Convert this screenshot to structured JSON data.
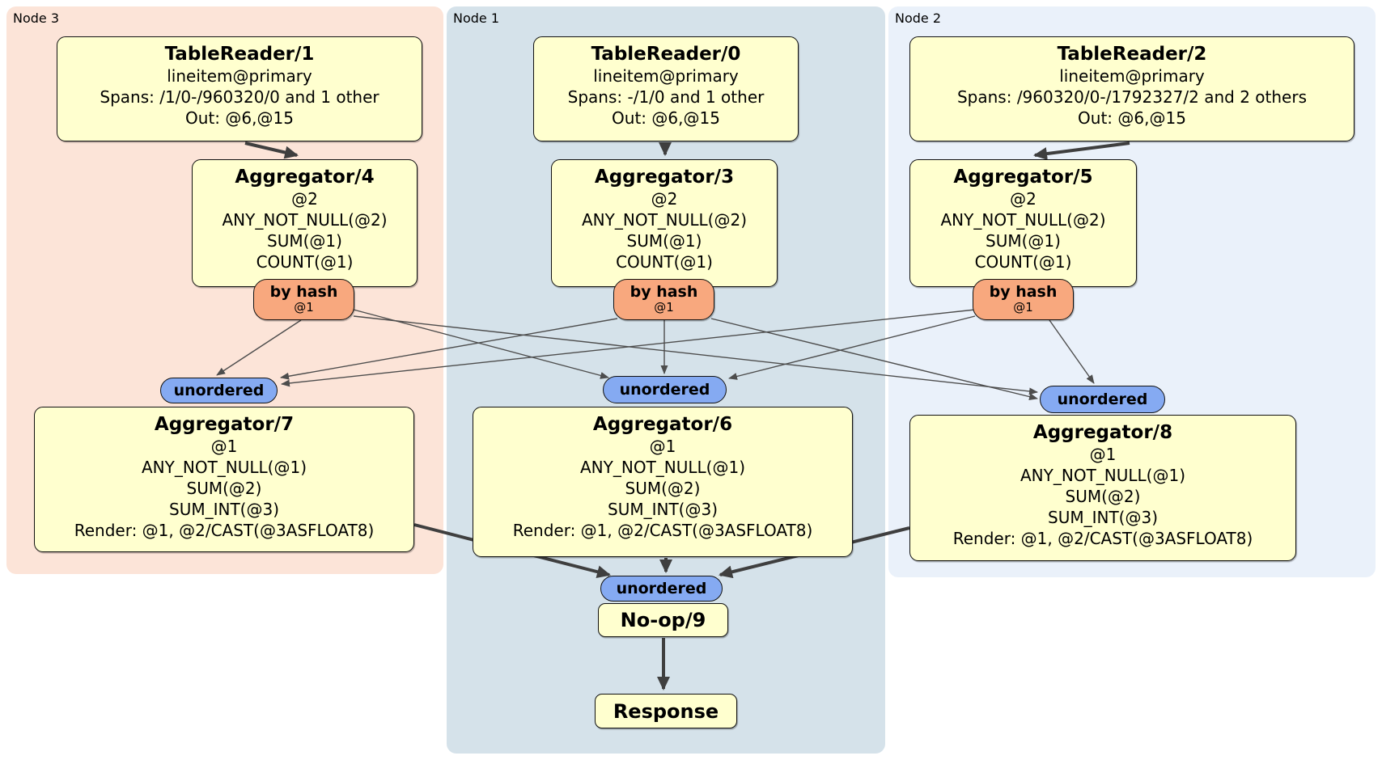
{
  "diagram": {
    "panels": [
      {
        "id": "node3",
        "label": "Node 3",
        "color": "#fce4d8"
      },
      {
        "id": "node1",
        "label": "Node 1",
        "color": "#d5e2ea"
      },
      {
        "id": "node2",
        "label": "Node 2",
        "color": "#eaf1fa"
      }
    ],
    "processors": {
      "tablereader1": {
        "title": "TableReader/1",
        "lines": [
          "lineitem@primary",
          "Spans: /1/0-/960320/0 and 1 other",
          "Out: @6,@15"
        ]
      },
      "tablereader0": {
        "title": "TableReader/0",
        "lines": [
          "lineitem@primary",
          "Spans: -/1/0 and 1 other",
          "Out: @6,@15"
        ]
      },
      "tablereader2": {
        "title": "TableReader/2",
        "lines": [
          "lineitem@primary",
          "Spans: /960320/0-/1792327/2 and 2 others",
          "Out: @6,@15"
        ]
      },
      "aggregator4": {
        "title": "Aggregator/4",
        "lines": [
          "@2",
          "ANY_NOT_NULL(@2)",
          "SUM(@1)",
          "COUNT(@1)"
        ]
      },
      "aggregator3": {
        "title": "Aggregator/3",
        "lines": [
          "@2",
          "ANY_NOT_NULL(@2)",
          "SUM(@1)",
          "COUNT(@1)"
        ]
      },
      "aggregator5": {
        "title": "Aggregator/5",
        "lines": [
          "@2",
          "ANY_NOT_NULL(@2)",
          "SUM(@1)",
          "COUNT(@1)"
        ]
      },
      "aggregator7": {
        "title": "Aggregator/7",
        "lines": [
          "@1",
          "ANY_NOT_NULL(@1)",
          "SUM(@2)",
          "SUM_INT(@3)",
          "Render: @1, @2/CAST(@3ASFLOAT8)"
        ]
      },
      "aggregator6": {
        "title": "Aggregator/6",
        "lines": [
          "@1",
          "ANY_NOT_NULL(@1)",
          "SUM(@2)",
          "SUM_INT(@3)",
          "Render: @1, @2/CAST(@3ASFLOAT8)"
        ]
      },
      "aggregator8": {
        "title": "Aggregator/8",
        "lines": [
          "@1",
          "ANY_NOT_NULL(@1)",
          "SUM(@2)",
          "SUM_INT(@3)",
          "Render: @1, @2/CAST(@3ASFLOAT8)"
        ]
      },
      "noop": {
        "title": "No-op/9"
      },
      "response": {
        "title": "Response"
      }
    },
    "router": {
      "title": "by hash",
      "sub": "@1"
    },
    "sync": {
      "label": "unordered"
    },
    "colors": {
      "processor_fill": "#ffffcf",
      "router_fill": "#f8a87e",
      "sync_fill": "#85aaf2",
      "node3_fill": "#fce4d8",
      "node1_fill": "#d5e2ea",
      "node2_fill": "#eaf1fa",
      "edge": "#474747",
      "border": "#111111"
    }
  }
}
